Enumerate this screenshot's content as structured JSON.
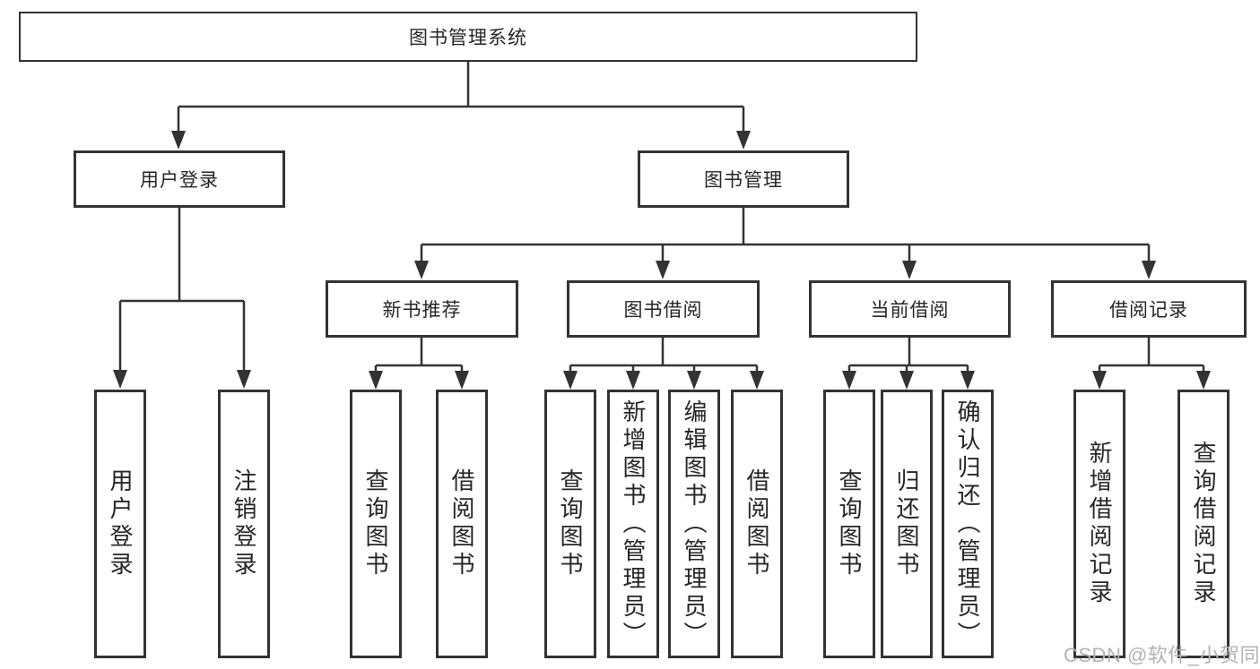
{
  "colors": {
    "line": "#333333",
    "text": "#262626",
    "bg": "#ffffff",
    "watermark": "#b3b3b3"
  },
  "watermark": {
    "text": "CSDN @软件_小贺同学"
  },
  "tree": {
    "root": {
      "label": "图书管理系统"
    },
    "branches": [
      {
        "label": "用户登录",
        "children": [
          {
            "label": "用户登录"
          },
          {
            "label": "注销登录"
          }
        ]
      },
      {
        "label": "图书管理",
        "children": [
          {
            "label": "新书推荐",
            "children": [
              {
                "label": "查询图书"
              },
              {
                "label": "借阅图书"
              }
            ]
          },
          {
            "label": "图书借阅",
            "children": [
              {
                "label": "查询图书"
              },
              {
                "label": "新增图书（管理员）"
              },
              {
                "label": "编辑图书（管理员）"
              },
              {
                "label": "借阅图书"
              }
            ]
          },
          {
            "label": "当前借阅",
            "children": [
              {
                "label": "查询图书"
              },
              {
                "label": "归还图书"
              },
              {
                "label": "确认归还（管理员）"
              }
            ]
          },
          {
            "label": "借阅记录",
            "children": [
              {
                "label": "新增借阅记录"
              },
              {
                "label": "查询借阅记录"
              }
            ]
          }
        ]
      }
    ]
  }
}
